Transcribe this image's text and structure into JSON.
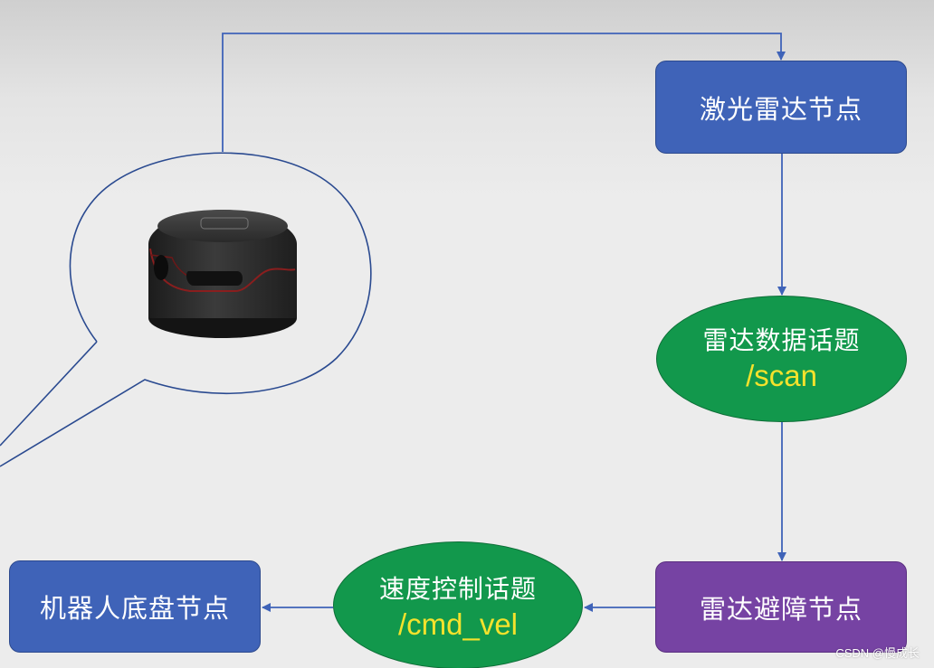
{
  "nodes": {
    "lidar": "激光雷达节点",
    "avoid": "雷达避障节点",
    "chassis": "机器人底盘节点"
  },
  "topics": {
    "scan": {
      "title": "雷达数据话题",
      "name": "/scan"
    },
    "cmd_vel": {
      "title": "速度控制话题",
      "name": "/cmd_vel"
    }
  },
  "watermark": "CSDN @慢成长",
  "colors": {
    "node_blue": "#3f63b8",
    "node_purple": "#7643a3",
    "topic_green": "#12984c",
    "topic_name_yellow": "#f5e22c",
    "arrow_blue": "#3f63b8"
  },
  "icons": {
    "lidar_device": "lidar-sensor-image"
  }
}
